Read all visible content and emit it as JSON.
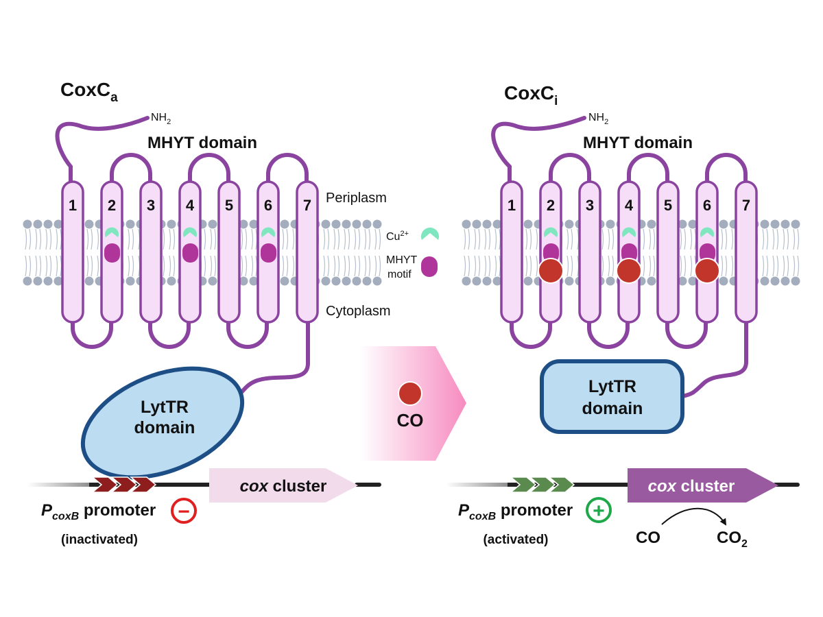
{
  "left_panel": {
    "protein_name": "CoxC",
    "protein_subscript": "a",
    "n_terminus": "NH",
    "n_terminus_subscript": "2",
    "domain_label": "MHYT domain",
    "helix_numbers": [
      "1",
      "2",
      "3",
      "4",
      "5",
      "6",
      "7"
    ],
    "periplasm_label": "Periplasm",
    "cytoplasm_label": "Cytoplasm",
    "lyttr_line1": "LytTR",
    "lyttr_line2": "domain",
    "promoter_p": "P",
    "promoter_subscript": "coxB",
    "promoter_word": "promoter",
    "promoter_state": "(inactivated)",
    "regulation_sign": "−",
    "gene_italic": "cox",
    "gene_word": "cluster"
  },
  "right_panel": {
    "protein_name": "CoxC",
    "protein_subscript": "i",
    "n_terminus": "NH",
    "n_terminus_subscript": "2",
    "domain_label": "MHYT domain",
    "helix_numbers": [
      "1",
      "2",
      "3",
      "4",
      "5",
      "6",
      "7"
    ],
    "lyttr_line1": "LytTR",
    "lyttr_line2": "domain",
    "promoter_p": "P",
    "promoter_subscript": "coxB",
    "promoter_word": "promoter",
    "promoter_state": "(activated)",
    "regulation_sign": "+",
    "gene_italic": "cox",
    "gene_word": "cluster",
    "reaction_substrate": "CO",
    "reaction_product": "CO",
    "reaction_product_subscript": "2"
  },
  "legend": {
    "copper_label": "Cu",
    "copper_superscript": "2+",
    "motif_line1": "MHYT",
    "motif_line2": "motif"
  },
  "transition": {
    "label": "CO"
  },
  "colors": {
    "protein_outline": "#8b43a0",
    "helix_fill": "#f6def8",
    "copper": "#7fe6bf",
    "motif": "#b0359a",
    "co_molecule": "#c2352b",
    "lyttr_fill": "#bcdcf2",
    "lyttr_outline": "#1d4f86",
    "repressed_arrows": "#8e1d1d",
    "activated_arrows": "#5b8a4f",
    "inactive_gene": "#f2dbeb",
    "active_gene": "#9a5a9f",
    "minus_sign": "#e02020",
    "plus_sign": "#1ea84a",
    "transition_arrow": "#f78bc0"
  }
}
